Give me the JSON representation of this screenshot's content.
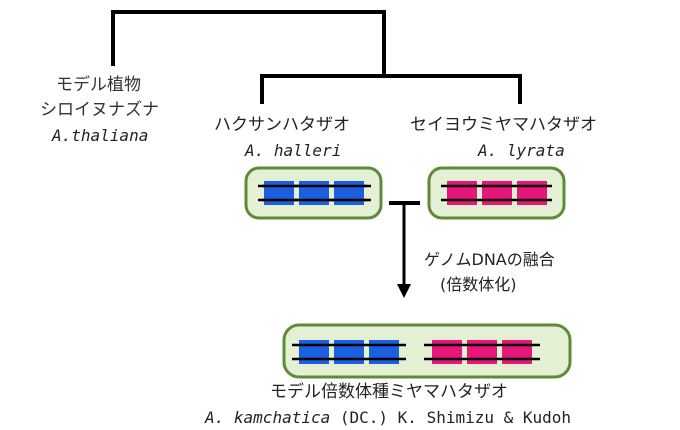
{
  "model_plant": {
    "line1": "モデル植物",
    "line2": "シロイヌナズナ",
    "sci": "A.thaliana"
  },
  "parent_left": {
    "name": "ハクサンハタザオ",
    "sci": "A. halleri"
  },
  "parent_right": {
    "name": "セイヨウミヤマハタザオ",
    "sci": "A. lyrata"
  },
  "process": {
    "line1": "ゲノムDNAの融合",
    "line2": "(倍数体化)"
  },
  "result": {
    "name": "モデル倍数体種ミヤマハタザオ",
    "sci_genus": "A. ",
    "sci_species": "kamchatica",
    "sci_author": " (DC.) K. Shimizu & Kudoh"
  },
  "colors": {
    "halleri_genome": "#1a5fe0",
    "lyrata_genome": "#e8157a",
    "cell_fill": "#e4f0d3",
    "cell_border": "#5f8a3a",
    "tree_line": "#000000"
  }
}
